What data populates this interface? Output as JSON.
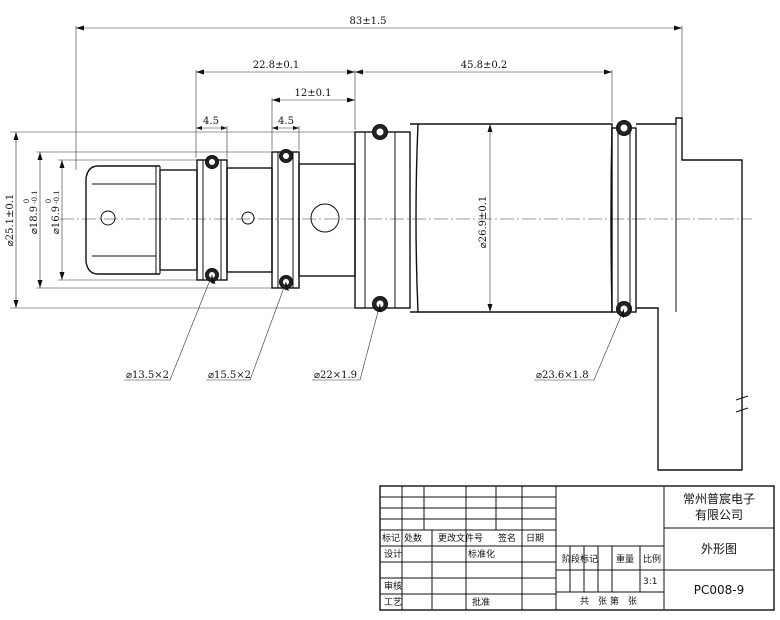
{
  "dimensions": {
    "overall_length": "83±1.5",
    "len_22_8": "22.8±0.1",
    "len_45_8": "45.8±0.2",
    "len_12": "12±0.1",
    "groove_a": "4.5",
    "groove_b": "4.5",
    "dia_25_1": "⌀25.1±0.1",
    "dia_18_9": "⌀18.9",
    "dia_18_9_tol_upper": "0",
    "dia_18_9_tol_lower": "-0.1",
    "dia_16_9": "⌀16.9",
    "dia_16_9_tol_upper": "0",
    "dia_16_9_tol_lower": "-0.1",
    "dia_26_9": "⌀26.9±0.1"
  },
  "callouts": {
    "oring_1": "⌀13.5×2",
    "oring_2": "⌀15.5×2",
    "oring_3": "⌀22×1.9",
    "oring_4": "⌀23.6×1.8"
  },
  "title_block": {
    "company_line1": "常州普宸电子",
    "company_line2": "有限公司",
    "part_name": "外形图",
    "drawing_no": "PC008-9",
    "scale": "3:1",
    "hdr_mark": "标记",
    "hdr_count": "处数",
    "hdr_change_doc": "更改文件号",
    "hdr_sign": "签名",
    "hdr_date": "日期",
    "design": "设计",
    "standardize": "标准化",
    "check": "审核",
    "process": "工艺",
    "approve": "批准",
    "stage_mark": "阶段标记",
    "weight": "重量",
    "ratio": "比例",
    "sheets": "共　张 第　张"
  }
}
